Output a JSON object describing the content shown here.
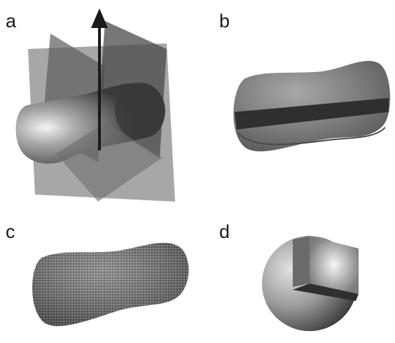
{
  "panels": [
    {
      "label": "a"
    },
    {
      "label": "b"
    },
    {
      "label": "c"
    },
    {
      "label": "d"
    }
  ],
  "colors": {
    "background": "#ffffff",
    "plane_light": "#8a8a8a",
    "plane_dark": "#4a4a4a",
    "surface_highlight": "#f2f2f2",
    "surface_mid": "#9a9a9a",
    "surface_dark": "#3c3c3c",
    "arrow": "#1a1a1a"
  }
}
